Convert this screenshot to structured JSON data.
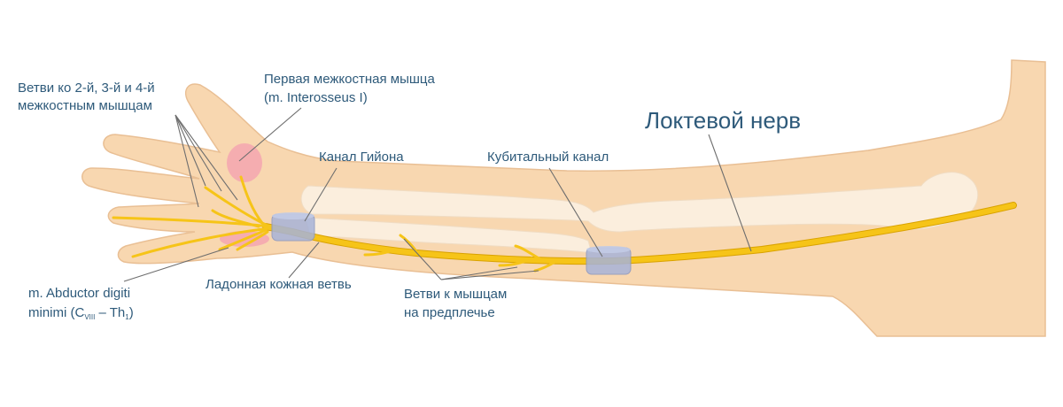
{
  "title": "Локтевой нерв",
  "labels": {
    "branches_interosseous_line1": "Ветви ко 2-й, 3-й и 4-й",
    "branches_interosseous_line2": "межкостным мышцам",
    "first_interosseous_line1": "Первая межкостная мышца",
    "first_interosseous_line2": "(m. Interosseus I)",
    "guyon_canal": "Канал Гийона",
    "cubital_canal": "Кубитальный канал",
    "abductor_line1": "m. Abductor digiti",
    "abductor_line2_prefix": "minimi (C",
    "abductor_sub1": "VIII",
    "abductor_line2_mid": " – Th",
    "abductor_sub2": "1",
    "abductor_line2_suffix": ")",
    "palmar_branch": "Ладонная кожная ветвь",
    "forearm_branches_line1": "Ветви к мышцам",
    "forearm_branches_line2": "на предплечье"
  },
  "colors": {
    "skin": "#f8d7b0",
    "skin_outline": "#e9bf94",
    "bone": "#fbeedd",
    "nerve": "#f6c418",
    "nerve_outline": "#d9a200",
    "canal": "#a7b3d8",
    "muscle": "#f4a3b0",
    "text": "#2e5a7a",
    "leader": "#6e6e6e"
  }
}
